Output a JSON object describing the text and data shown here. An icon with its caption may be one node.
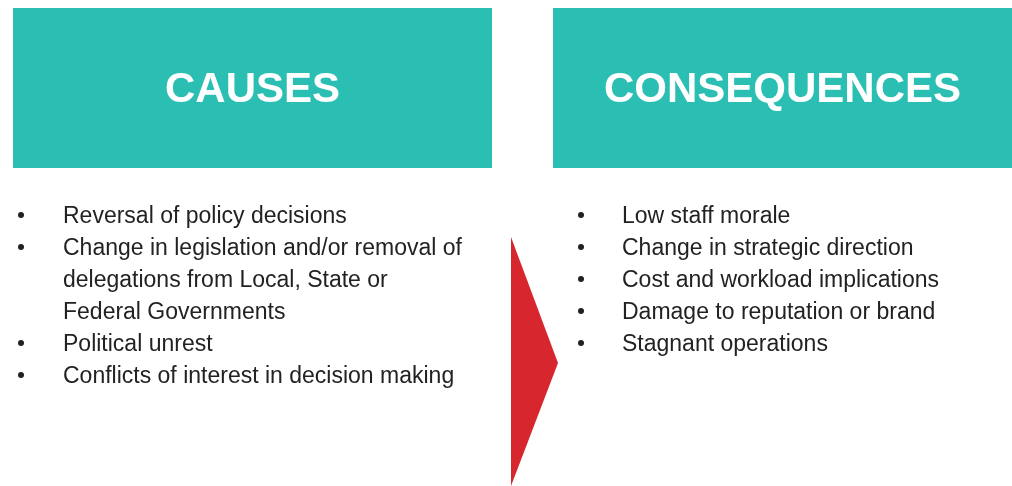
{
  "diagram": {
    "nodes": [
      {
        "text": [
          "CAUSES"
        ],
        "beside": [
          "Reversal of policy decisions",
          "Change in legislation and/or removal of delegations from Local, State or Federal Governments",
          "Political unrest",
          "Conflicts of interest in decision making"
        ]
      },
      {
        "text": [
          "CONSEQUENCES"
        ],
        "beside": [
          "Low staff morale",
          "Change in strategic direction",
          "Cost and workload implications",
          "Damage to reputation or brand",
          "Stagnant operations"
        ]
      }
    ]
  }
}
